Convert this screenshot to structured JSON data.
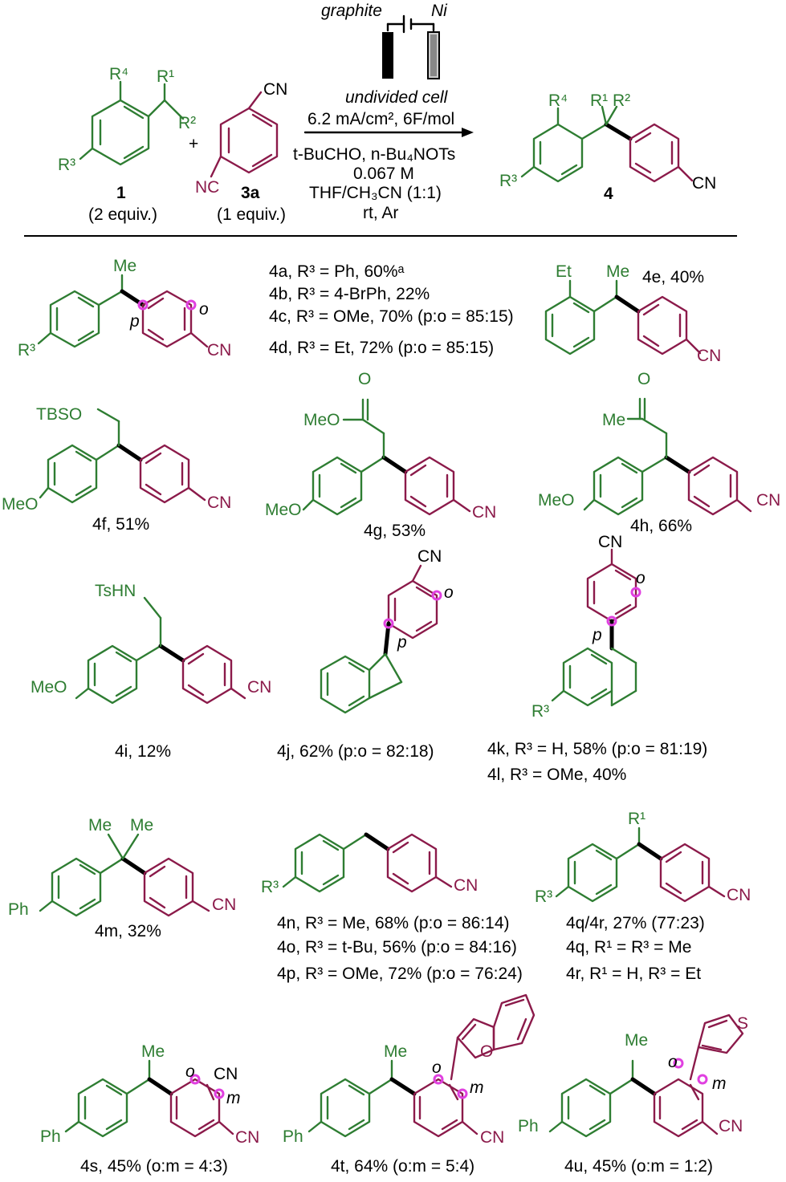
{
  "colors": {
    "substrate": "#2E7D32",
    "arene": "#8B1A4A",
    "site_marker": "#E040E0",
    "text": "#000000"
  },
  "reaction": {
    "electrode_anode": "graphite",
    "electrode_cathode": "Ni",
    "cell": "undivided cell",
    "current": "6.2 mA/cm², 6F/mol",
    "additive": "t-BuCHO, n-Bu₄NOTs",
    "concentration": "0.067 M",
    "solvent": "THF/CH₃CN (1:1)",
    "temp_atm": "rt, Ar",
    "plus": "+",
    "sub1_label": "1",
    "sub1_equiv": "(2 equiv.)",
    "sub3a_label": "3a",
    "sub3a_equiv": "(1 equiv.)",
    "prod_label": "4"
  },
  "atoms": {
    "R1": "R¹",
    "R2": "R²",
    "R3": "R³",
    "R4": "R⁴",
    "CN": "CN",
    "NC": "NC",
    "Me": "Me",
    "Et": "Et",
    "TBSO": "TBSO",
    "MeO": "MeO",
    "O": "O",
    "TsHN": "TsHN",
    "Ph": "Ph",
    "S": "S",
    "o": "o",
    "p": "p",
    "m": "m"
  },
  "entries": {
    "e4a": "4a, R³ = Ph, 60%ᵃ",
    "e4b": "4b, R³ = 4-BrPh, 22%",
    "e4c": "4c, R³ = OMe, 70% (p:o = 85:15)",
    "e4d": "4d, R³ = Et, 72% (p:o = 85:15)",
    "e4e": "4e,  40%",
    "e4f": "4f, 51%",
    "e4g": "4g, 53%",
    "e4h": "4h, 66%",
    "e4i": "4i, 12%",
    "e4j": "4j, 62% (p:o = 82:18)",
    "e4k": "4k, R³ = H, 58% (p:o = 81:19)",
    "e4l": "4l, R³ = OMe, 40%",
    "e4m": "4m, 32%",
    "e4n": "4n, R³ = Me, 68% (p:o = 86:14)",
    "e4o": "4o, R³ = t-Bu, 56% (p:o = 84:16)",
    "e4p": "4p, R³ = OMe, 72% (p:o = 76:24)",
    "e4qr": "4q/4r, 27% (77:23)",
    "e4q": "4q, R¹ = R³ = Me",
    "e4r": "4r, R¹ = H, R³ = Et",
    "e4s": "4s, 45% (o:m = 4:3)",
    "e4t": "4t, 64% (o:m = 5:4)",
    "e4u": "4u, 45% (o:m = 1:2)"
  }
}
